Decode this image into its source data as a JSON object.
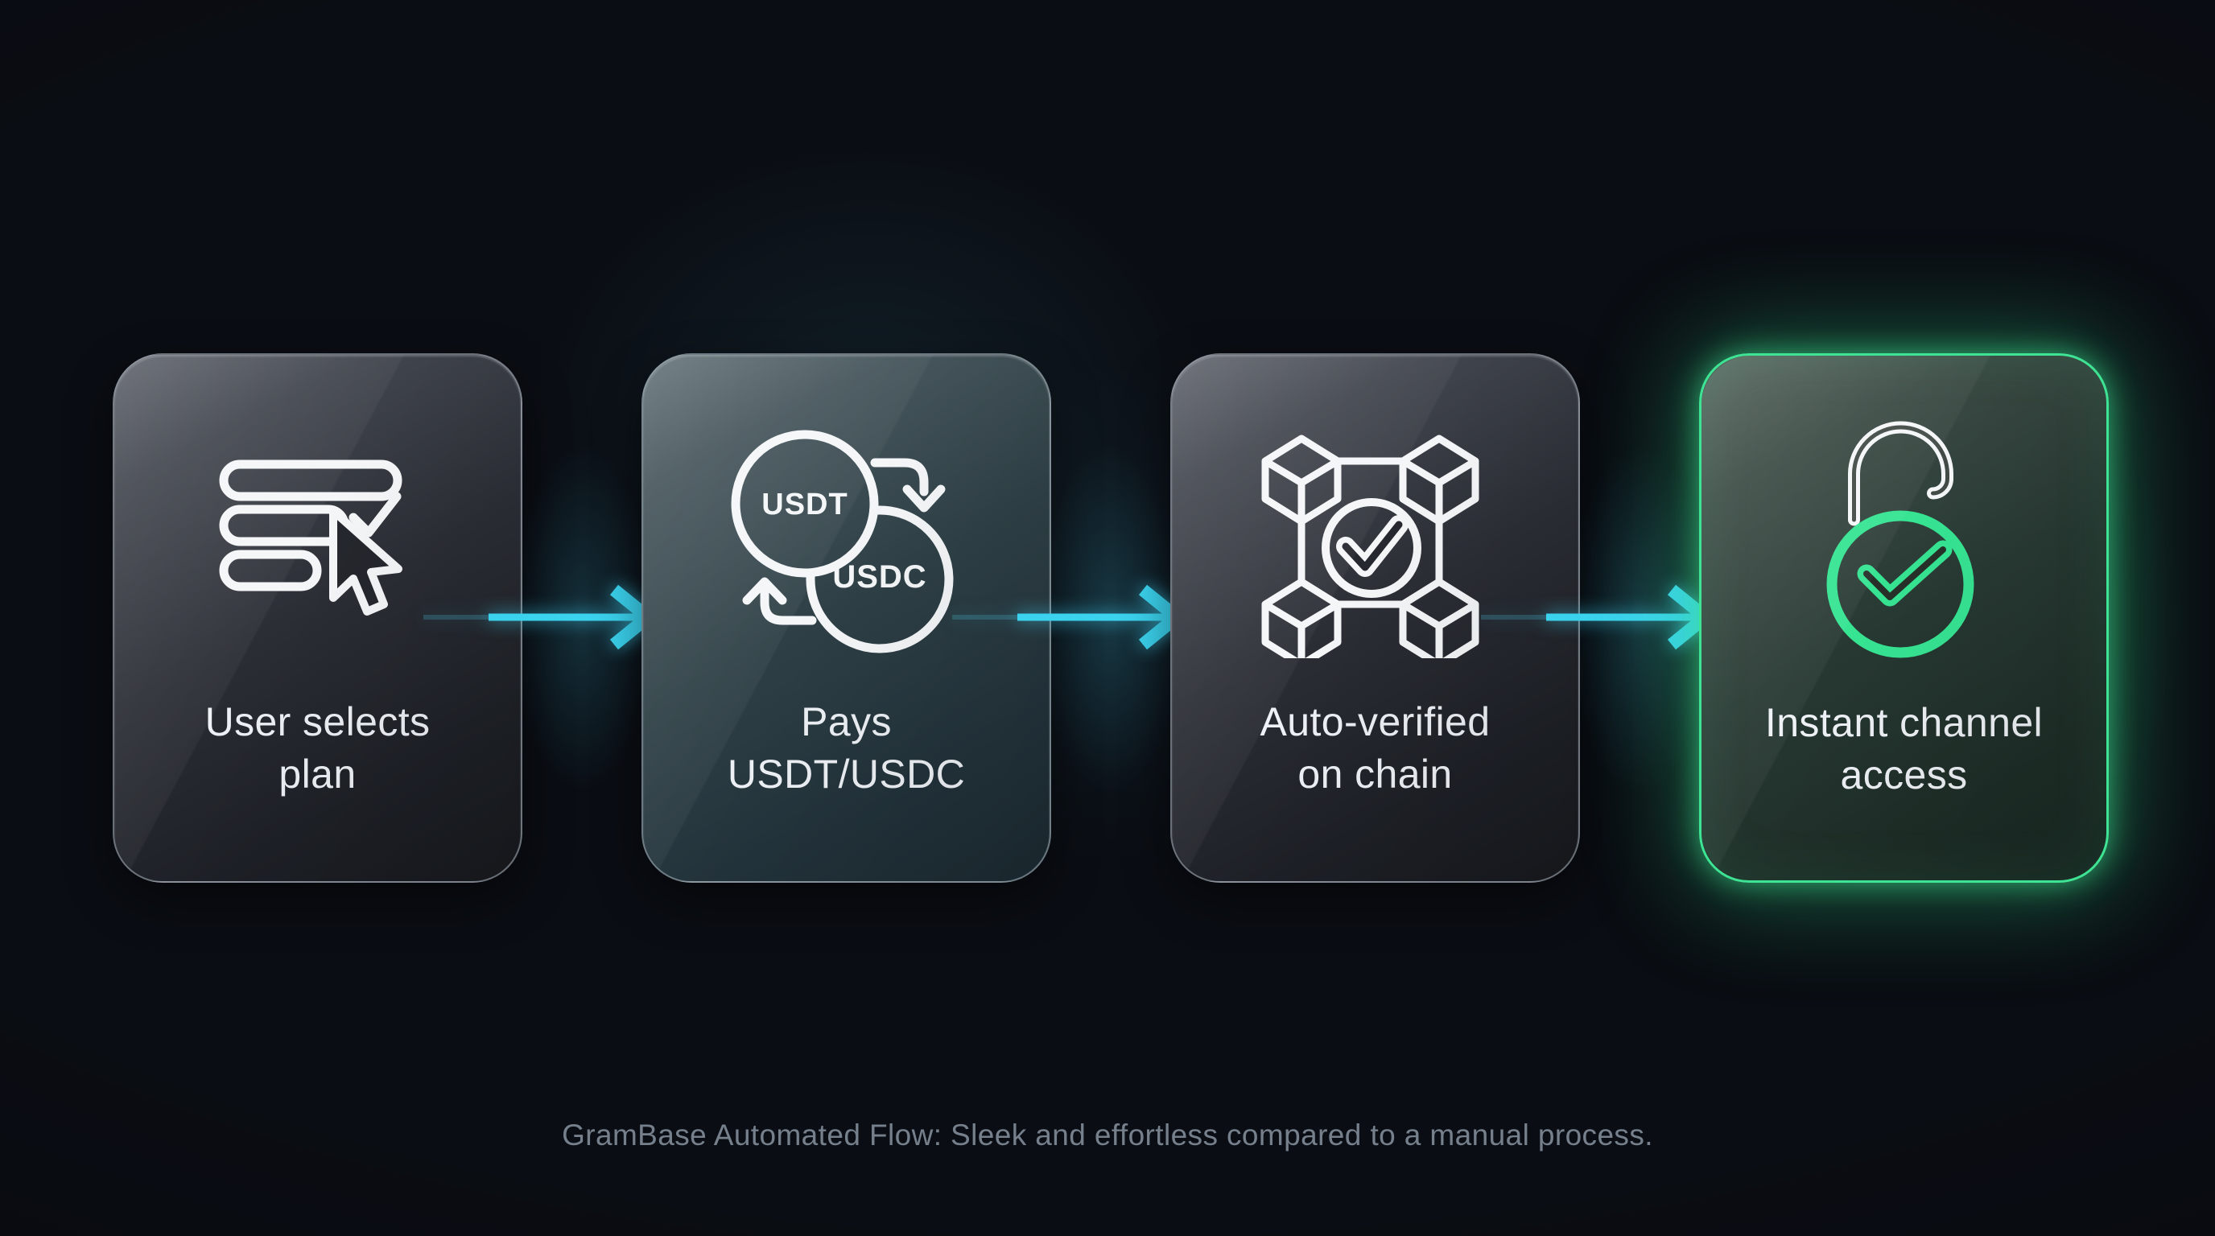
{
  "flow": {
    "steps": [
      {
        "label_lines": [
          "User selects",
          "plan"
        ],
        "icon": "plan-list-cursor-icon"
      },
      {
        "label_lines": [
          "Pays",
          "USDT/USDC"
        ],
        "icon": "usdt-usdc-swap-icon",
        "icon_labels": {
          "usdt": "USDT",
          "usdc": "USDC"
        }
      },
      {
        "label_lines": [
          "Auto-verified",
          "on chain"
        ],
        "icon": "blockchain-verified-icon"
      },
      {
        "label_lines": [
          "Instant channel",
          "access"
        ],
        "icon": "unlock-check-icon",
        "highlighted": true
      }
    ],
    "connector_icon": "flow-arrow-right-icon",
    "caption": "GramBase Automated Flow: Sleek and effortless compared to a manual process."
  },
  "colors": {
    "background": "#0a0d13",
    "accent_cyan": "#3bd2ee",
    "accent_green": "#3ee493",
    "card_text": "#eef2f6",
    "caption_text": "#76808c"
  }
}
